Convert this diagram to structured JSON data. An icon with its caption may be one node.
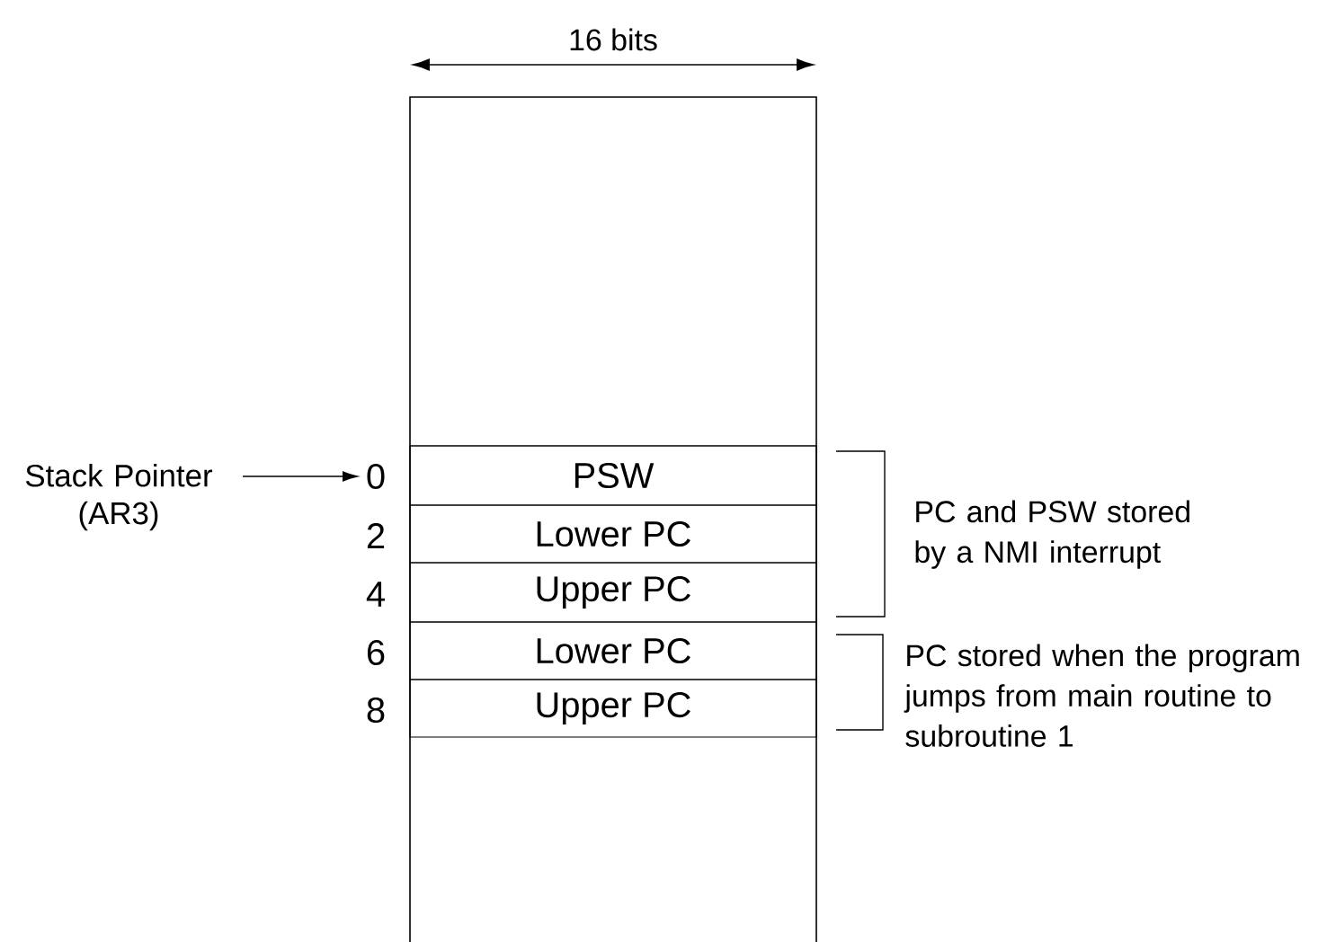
{
  "diagram": {
    "nodes": [
      {
        "text": [],
        "shape": "box"
      },
      {
        "text": [
          "Stack Pointer (AR3)"
        ]
      },
      {
        "text": [
          "0"
        ]
      },
      {
        "text": [
          "PSW"
        ],
        "in": 0
      },
      {
        "text": [
          "Lower PC"
        ],
        "in": 0,
        "beside": [
          "2"
        ]
      },
      {
        "text": [
          "Upper PC"
        ],
        "in": 0,
        "beside": [
          "4"
        ]
      },
      {
        "text": [
          "Lower PC"
        ],
        "in": 0,
        "beside": [
          "6"
        ]
      },
      {
        "text": [
          "Upper PC"
        ],
        "in": 0,
        "beside": [
          "8"
        ]
      }
    ],
    "edges": [
      {
        "from": 1,
        "to": 2,
        "arrow": "to"
      }
    ],
    "labels": [
      "16 bits",
      "PC and PSW stored by a NMI interrupt",
      "PC stored when the program jumps from main routine to subroutine 1"
    ]
  }
}
